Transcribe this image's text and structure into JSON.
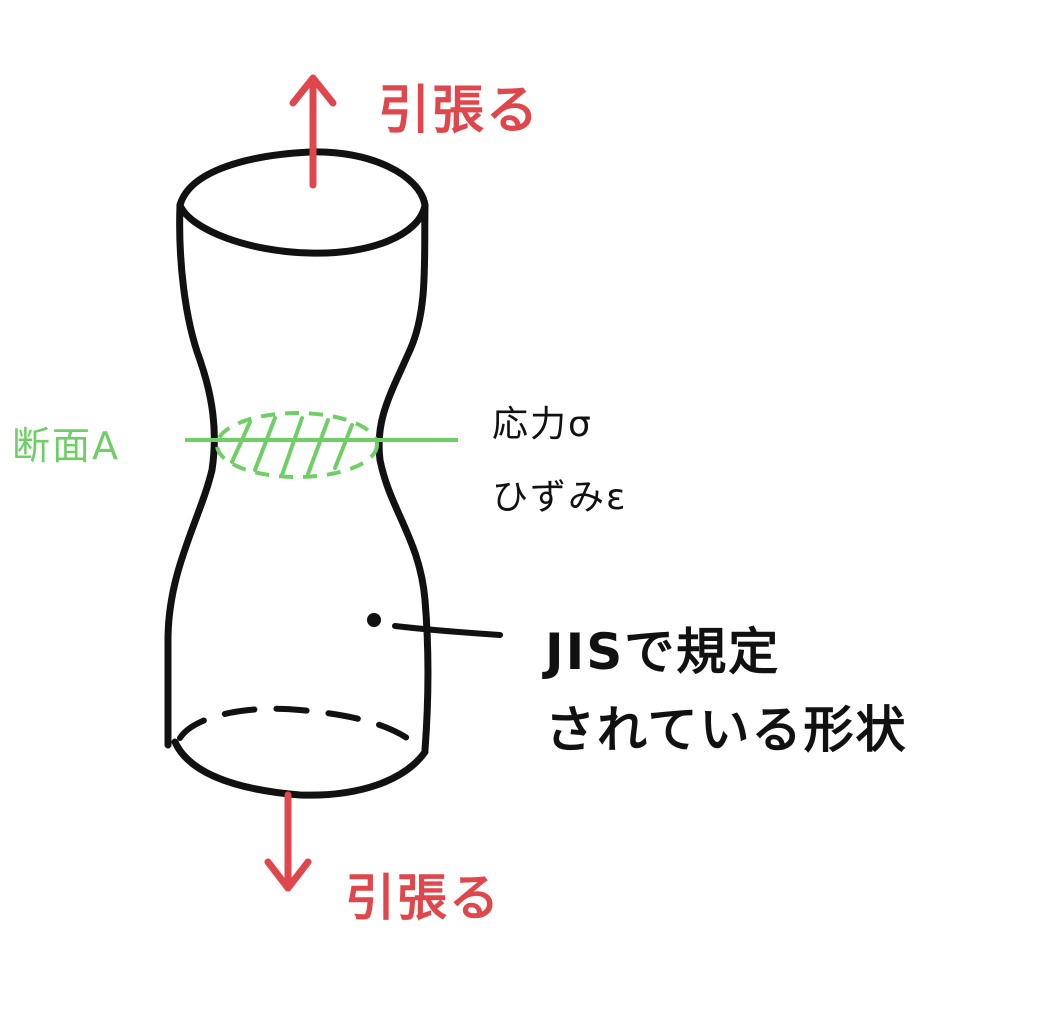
{
  "labels": {
    "pull_top": "引張る",
    "pull_bottom": "引張る",
    "cross_section": "断面A",
    "stress": "応力σ",
    "strain": "ひずみε",
    "jis_line1": "JISで規定",
    "jis_line2": "されている形状"
  },
  "colors": {
    "outline": "#111111",
    "pull_arrow": "#e0474c",
    "section": "#6fcf66"
  }
}
